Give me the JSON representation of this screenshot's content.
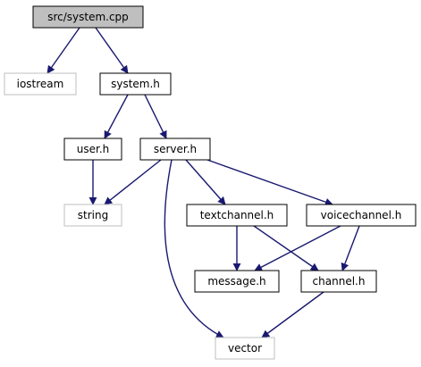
{
  "diagram": {
    "colors": {
      "background": "#ffffff",
      "root_fill": "#bfbfbf",
      "node_fill": "#ffffff",
      "node_border": "#000000",
      "external_border": "#bfbfbf",
      "edge": "#191970",
      "text": "#000000"
    },
    "nodes": [
      {
        "id": "system_cpp",
        "label": "src/system.cpp",
        "kind": "root"
      },
      {
        "id": "iostream",
        "label": "iostream",
        "kind": "external"
      },
      {
        "id": "system_h",
        "label": "system.h",
        "kind": "internal"
      },
      {
        "id": "user_h",
        "label": "user.h",
        "kind": "internal"
      },
      {
        "id": "server_h",
        "label": "server.h",
        "kind": "internal"
      },
      {
        "id": "string",
        "label": "string",
        "kind": "external"
      },
      {
        "id": "textchannel_h",
        "label": "textchannel.h",
        "kind": "internal"
      },
      {
        "id": "voicechannel_h",
        "label": "voicechannel.h",
        "kind": "internal"
      },
      {
        "id": "message_h",
        "label": "message.h",
        "kind": "internal"
      },
      {
        "id": "channel_h",
        "label": "channel.h",
        "kind": "internal"
      },
      {
        "id": "vector",
        "label": "vector",
        "kind": "external"
      }
    ],
    "edges": [
      {
        "from": "system_cpp",
        "to": "iostream"
      },
      {
        "from": "system_cpp",
        "to": "system_h"
      },
      {
        "from": "system_h",
        "to": "user_h"
      },
      {
        "from": "system_h",
        "to": "server_h"
      },
      {
        "from": "user_h",
        "to": "string"
      },
      {
        "from": "server_h",
        "to": "string"
      },
      {
        "from": "server_h",
        "to": "textchannel_h"
      },
      {
        "from": "server_h",
        "to": "voicechannel_h"
      },
      {
        "from": "server_h",
        "to": "vector"
      },
      {
        "from": "textchannel_h",
        "to": "message_h"
      },
      {
        "from": "textchannel_h",
        "to": "channel_h"
      },
      {
        "from": "voicechannel_h",
        "to": "message_h"
      },
      {
        "from": "voicechannel_h",
        "to": "channel_h"
      },
      {
        "from": "channel_h",
        "to": "vector"
      }
    ]
  }
}
